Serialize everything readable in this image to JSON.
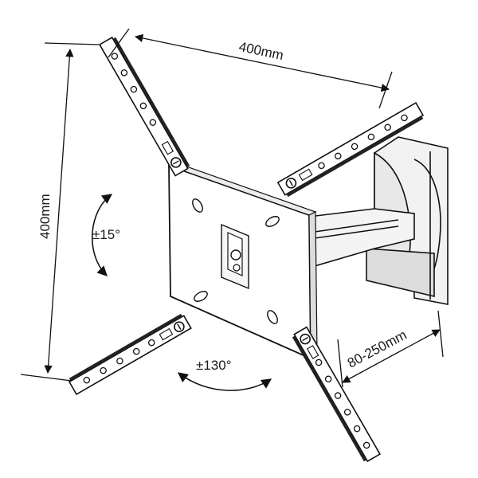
{
  "diagram": {
    "dimensions": {
      "top_width": "400mm",
      "left_height": "400mm",
      "arm_extension": "80-250mm"
    },
    "rotations": {
      "tilt": "±15°",
      "swivel": "±130°"
    },
    "colors": {
      "line": "#111111",
      "plate": "#ffffff",
      "wall_shade": "#d9d9d9",
      "arm_shade": "#e6e6e6"
    }
  }
}
